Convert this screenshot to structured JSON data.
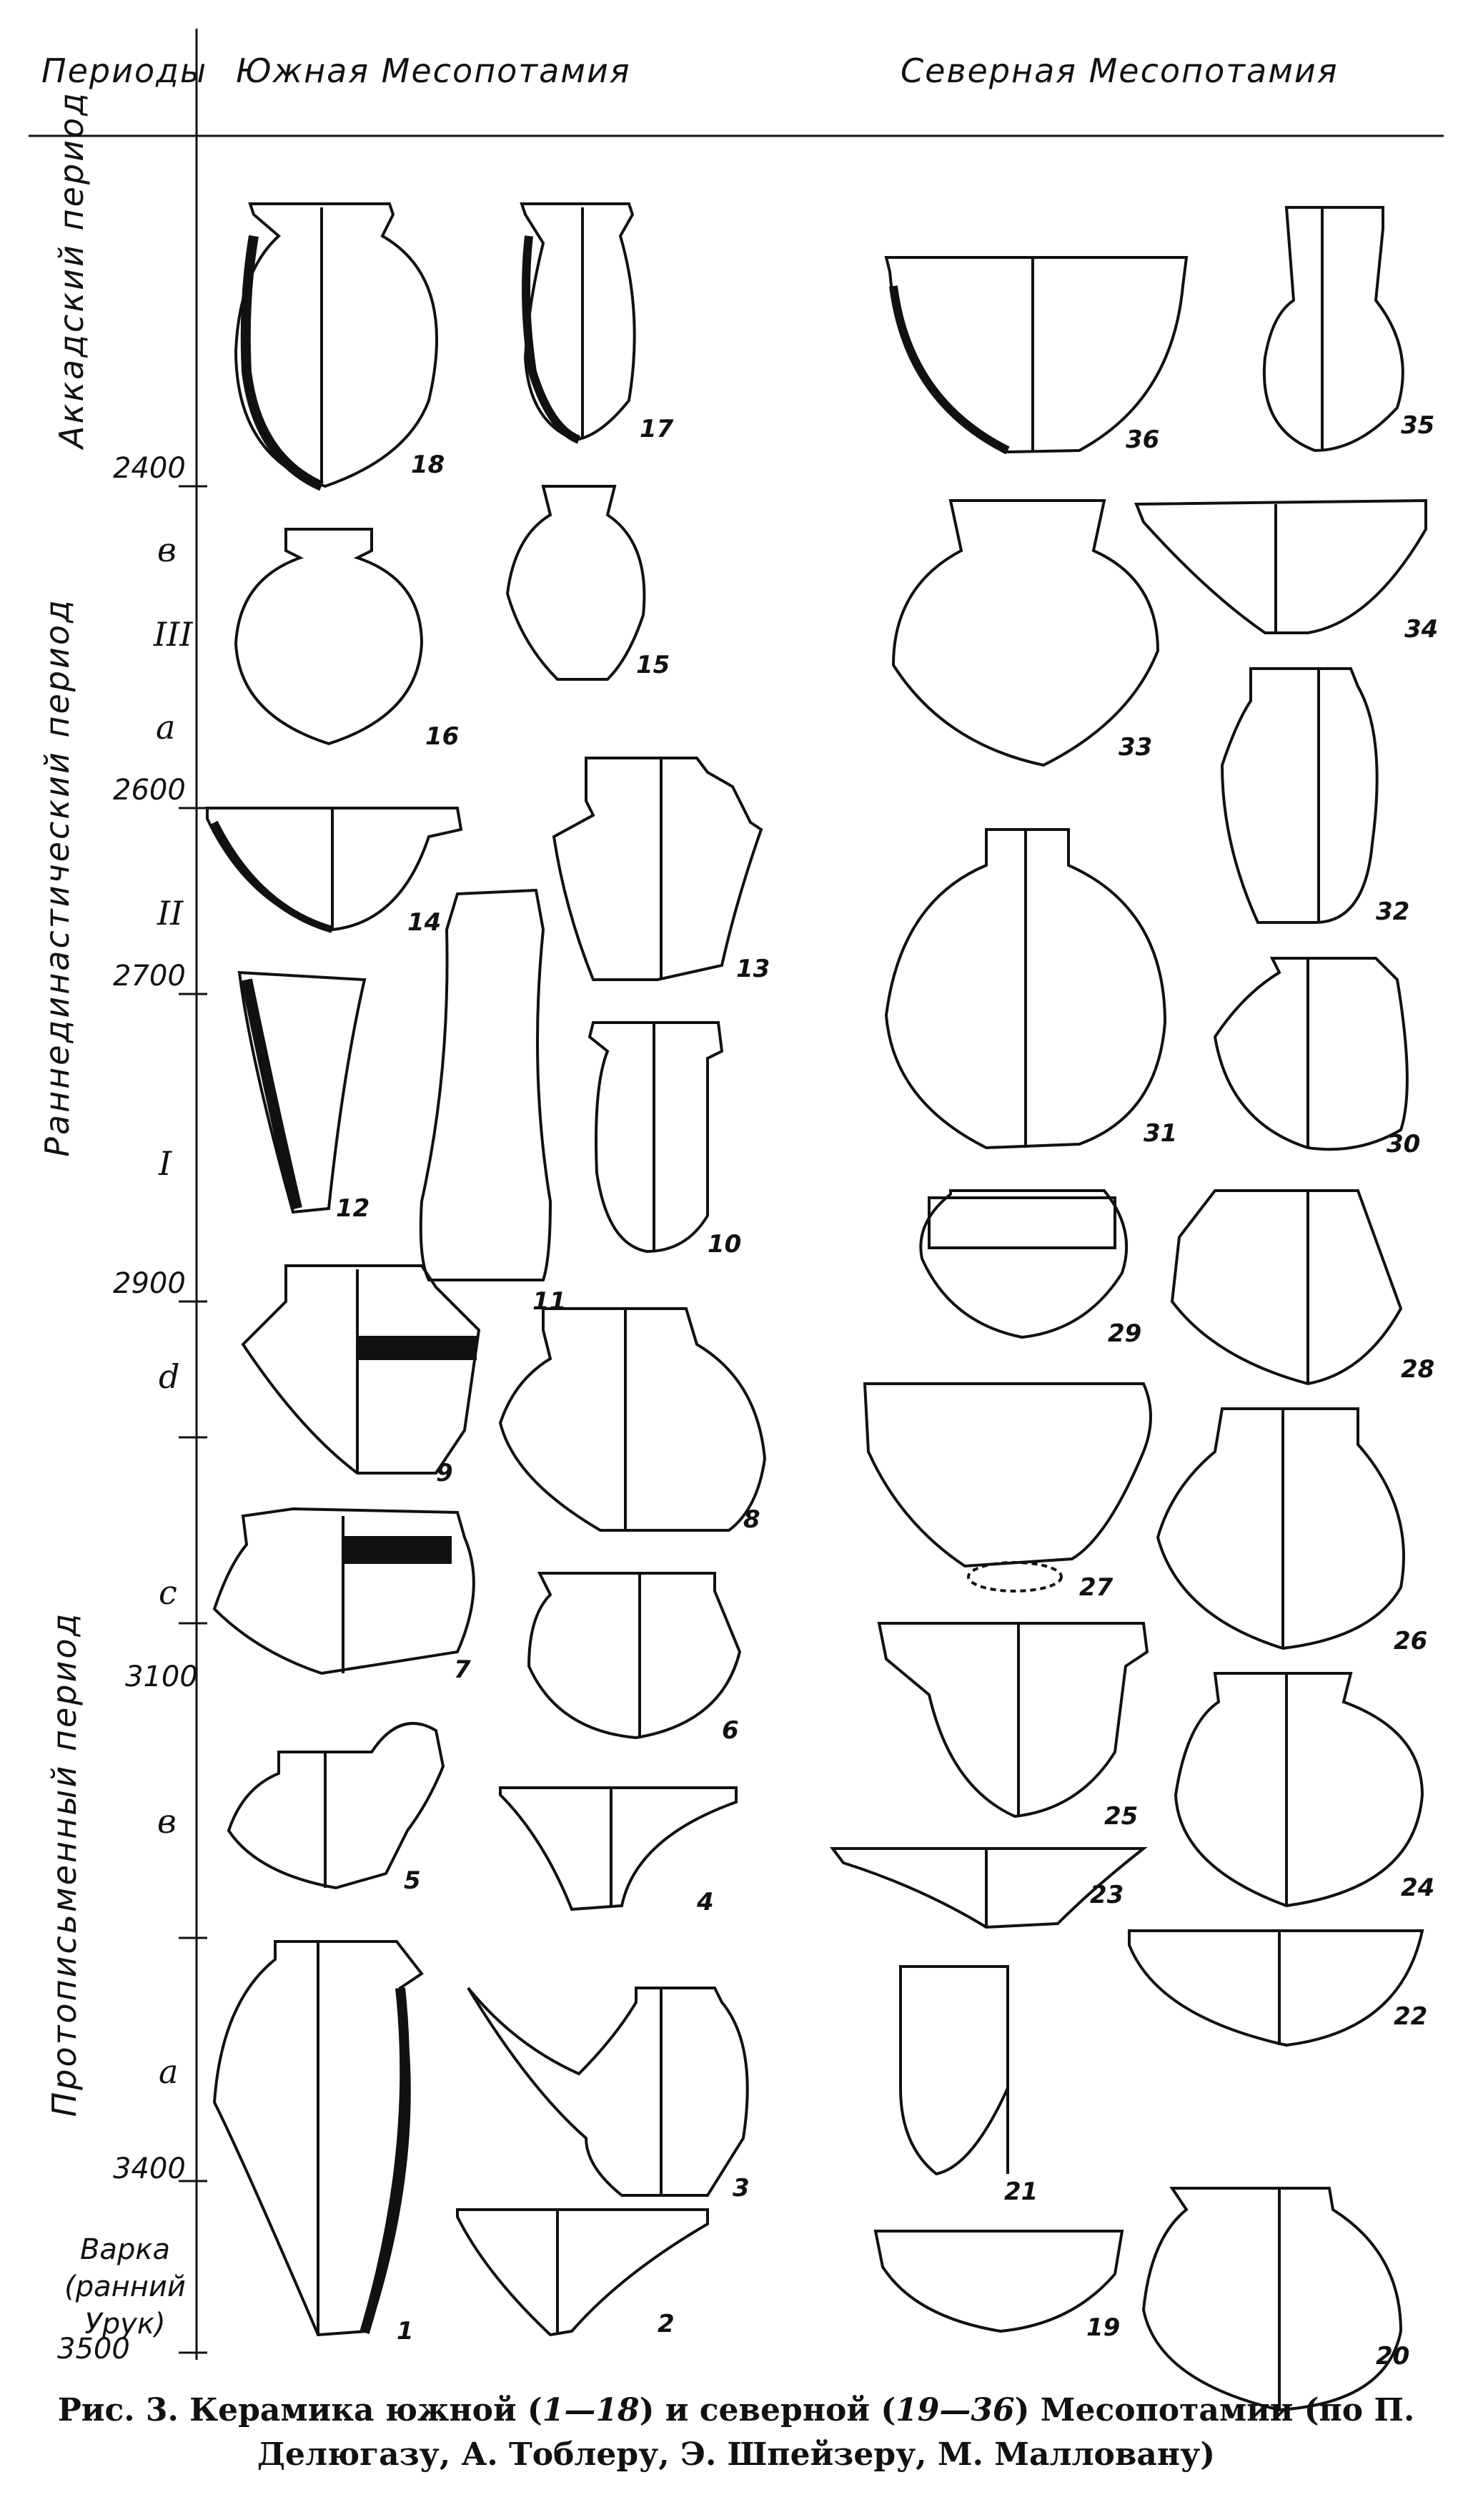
{
  "header": {
    "periods": "Периоды",
    "south": "Южная Месопотамия",
    "north": "Северная Месопотамия"
  },
  "periods": {
    "akkad": "Аккадский период",
    "early_dynastic": "Раннединастический период",
    "protoliterate": "Протописьменный период",
    "uruk": "Варка (ранний Урук)"
  },
  "years": [
    "2400",
    "2600",
    "2700",
    "2900",
    "3100",
    "3400",
    "3500"
  ],
  "subphases": [
    "в",
    "III",
    "а",
    "II",
    "I",
    "d",
    "c",
    "в",
    "a"
  ],
  "vessel_numbers": [
    "1",
    "2",
    "3",
    "4",
    "5",
    "6",
    "7",
    "8",
    "9",
    "10",
    "11",
    "12",
    "13",
    "14",
    "15",
    "16",
    "17",
    "18",
    "19",
    "20",
    "21",
    "22",
    "23",
    "24",
    "25",
    "26",
    "27",
    "28",
    "29",
    "30",
    "31",
    "32",
    "33",
    "34",
    "35",
    "36"
  ],
  "caption": {
    "prefix": "Рис. 3. Керамика южной (",
    "range1": "1—18",
    "middle": ") и северной (",
    "range2": "19—36",
    "suffix": ") Месопотамии (по П. Делюгазу, А. Тоблеру, Э. Шпейзеру, М. Малловану)"
  }
}
